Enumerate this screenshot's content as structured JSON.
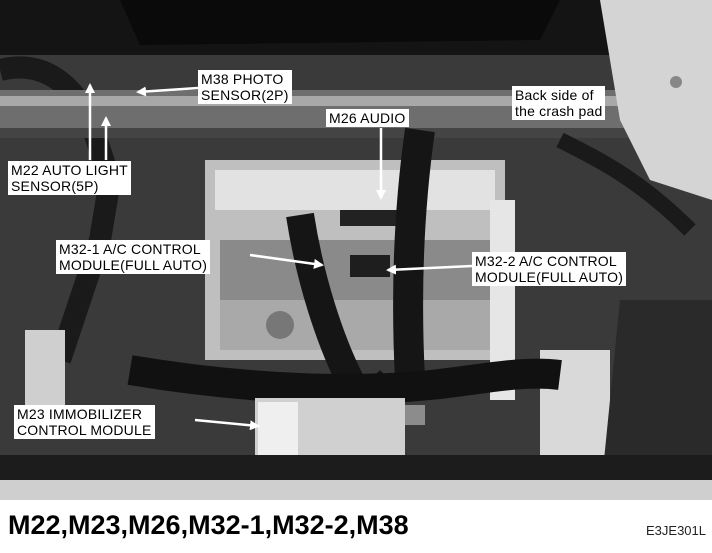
{
  "labels": {
    "m38": "M38 PHOTO\nSENSOR(2P)",
    "back": "Back side of\nthe crash pad",
    "m26": "M26 AUDIO",
    "m22": "M22 AUTO LIGHT\nSENSOR(5P)",
    "m32_1": "M32-1 A/C CONTROL\nMODULE(FULL AUTO)",
    "m32_2": "M32-2 A/C CONTROL\nMODULE(FULL AUTO)",
    "m23": "M23 IMMOBILIZER\nCONTROL MODULE"
  },
  "caption": "M22,M23,M26,M32-1,M32-2,M38",
  "figure_code": "E3JE301L"
}
